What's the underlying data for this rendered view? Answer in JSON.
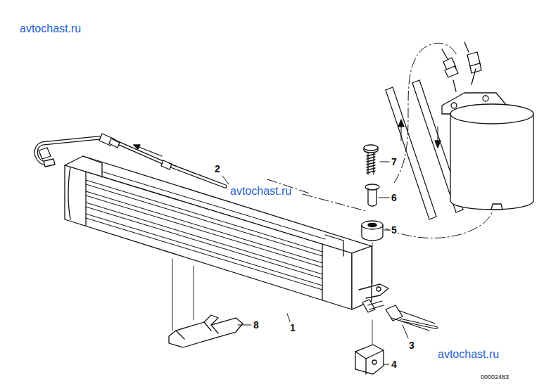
{
  "diagram": {
    "labels": [
      "avtochast.ru",
      "2",
      "7",
      "avtochast.ru",
      "6",
      "5",
      "8",
      "1",
      "3",
      "4",
      "avtochast.ru",
      "00002483"
    ]
  }
}
